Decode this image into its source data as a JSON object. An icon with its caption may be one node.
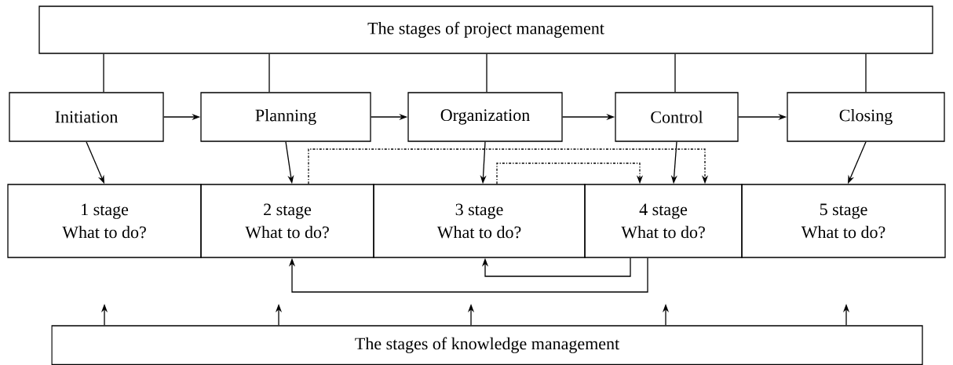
{
  "diagram": {
    "nodes": [
      {
        "text": [
          "The stages of project management"
        ]
      },
      {
        "text": [
          "Initiation"
        ]
      },
      {
        "text": [
          "Planning"
        ]
      },
      {
        "text": [
          "Organization"
        ]
      },
      {
        "text": [
          "Control"
        ]
      },
      {
        "text": [
          "Closing"
        ]
      },
      {
        "text": [
          "1 stage",
          "What to do?"
        ]
      },
      {
        "text": [
          "2 stage",
          "What to do?"
        ]
      },
      {
        "text": [
          "3 stage",
          "What to do?"
        ]
      },
      {
        "text": [
          "4 stage",
          "What to do?"
        ]
      },
      {
        "text": [
          "5 stage",
          "What to do?"
        ]
      },
      {
        "text": [
          "The stages of knowledge management"
        ]
      }
    ],
    "edges": [
      {
        "from": 0,
        "to": 1,
        "arrow": "none"
      },
      {
        "from": 0,
        "to": 2,
        "arrow": "none"
      },
      {
        "from": 0,
        "to": 3,
        "arrow": "none"
      },
      {
        "from": 0,
        "to": 4,
        "arrow": "none"
      },
      {
        "from": 0,
        "to": 5,
        "arrow": "none"
      },
      {
        "from": 1,
        "to": 2,
        "arrow": "to"
      },
      {
        "from": 2,
        "to": 3,
        "arrow": "to"
      },
      {
        "from": 3,
        "to": 4,
        "arrow": "to"
      },
      {
        "from": 4,
        "to": 5,
        "arrow": "to"
      },
      {
        "from": 1,
        "to": 6,
        "arrow": "to"
      },
      {
        "from": 2,
        "to": 7,
        "arrow": "to"
      },
      {
        "from": 3,
        "to": 8,
        "arrow": "to"
      },
      {
        "from": 4,
        "to": 9,
        "arrow": "to"
      },
      {
        "from": 5,
        "to": 10,
        "arrow": "to"
      },
      {
        "from": 7,
        "to": 9,
        "arrow": "to",
        "style": "dashed"
      },
      {
        "from": 8,
        "to": 9,
        "arrow": "to",
        "style": "dashed"
      },
      {
        "from": 9,
        "to": 8,
        "arrow": "to"
      },
      {
        "from": 9,
        "to": 7,
        "arrow": "to"
      },
      {
        "from": 11,
        "to": null,
        "arrow": "to"
      },
      {
        "from": 11,
        "to": null,
        "arrow": "to"
      },
      {
        "from": 11,
        "to": null,
        "arrow": "to"
      },
      {
        "from": 11,
        "to": null,
        "arrow": "to"
      },
      {
        "from": 11,
        "to": null,
        "arrow": "to"
      }
    ]
  }
}
